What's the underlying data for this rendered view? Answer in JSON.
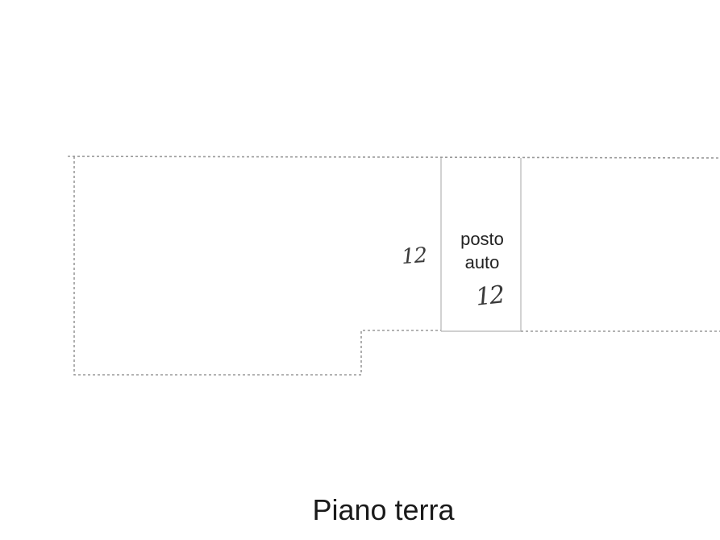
{
  "plan": {
    "room_label_line1": "posto",
    "room_label_line2": "auto",
    "handwriting_left": "12",
    "handwriting_right": "12"
  },
  "caption": {
    "floor_name": "Piano terra"
  },
  "colors": {
    "wall_line": "#9a9a9a",
    "text": "#222222",
    "background": "#ffffff"
  }
}
